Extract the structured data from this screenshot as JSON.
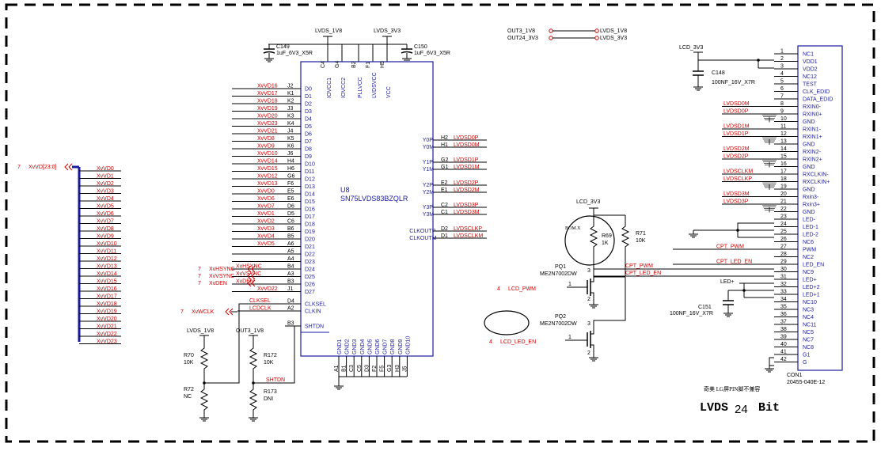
{
  "footer": {
    "title_a": "LVDS",
    "title_num": "24",
    "title_b": "Bit",
    "note": "奇美 LG屏PIN脚不兼容"
  },
  "rails": {
    "lvds_1v8": "LVDS_1V8",
    "lvds_3v3": "LVDS_3V3",
    "lcd_3v3": "LCD_3V3",
    "out3_1v8": "OUT3_1V8",
    "out24_3v3": "OUT24_3V3",
    "led_plus": "LED+"
  },
  "bus": {
    "sheet": "7",
    "name": "XvVD[23:0]",
    "lines": [
      "XvVD0",
      "XvVD1",
      "XvVD2",
      "XvVD3",
      "XvVD4",
      "XvVD5",
      "XvVD6",
      "XvVD7",
      "XvVD8",
      "XvVD9",
      "XvVD10",
      "XvVD11",
      "XvVD12",
      "XvVD13",
      "XvVD14",
      "XvVD15",
      "XvVD16",
      "XvVD17",
      "XvVD18",
      "XvVD19",
      "XvVD20",
      "XvVD21",
      "XvVD22",
      "XvVD23"
    ]
  },
  "u8": {
    "ref": "U8",
    "part": "SN75LVDS83BZQLR",
    "top_pins": [
      {
        "num": "C4",
        "name": "IOVCC1"
      },
      {
        "num": "G4",
        "name": "IOVCC2"
      },
      {
        "num": "B2",
        "name": "PLLVCC"
      },
      {
        "num": "F1",
        "name": "LVDSVCC"
      },
      {
        "num": "H5",
        "name": "VCC"
      }
    ],
    "inputs": [
      {
        "net": "XvVD16",
        "pin": "J2",
        "name": "D0"
      },
      {
        "net": "XvVD17",
        "pin": "K1",
        "name": "D1"
      },
      {
        "net": "XvVD18",
        "pin": "K2",
        "name": "D2"
      },
      {
        "net": "XvVD19",
        "pin": "J3",
        "name": "D3"
      },
      {
        "net": "XvVD20",
        "pin": "K3",
        "name": "D4"
      },
      {
        "net": "XvVD23",
        "pin": "K4",
        "name": "D5"
      },
      {
        "net": "XvVD21",
        "pin": "J4",
        "name": "D6"
      },
      {
        "net": "XvVD8",
        "pin": "K5",
        "name": "D7"
      },
      {
        "net": "XvVD9",
        "pin": "K6",
        "name": "D8"
      },
      {
        "net": "XvVD10",
        "pin": "J6",
        "name": "D9"
      },
      {
        "net": "XvVD14",
        "pin": "H4",
        "name": "D10"
      },
      {
        "net": "XvVD15",
        "pin": "H6",
        "name": "D11"
      },
      {
        "net": "XvVD12",
        "pin": "G6",
        "name": "D12"
      },
      {
        "net": "XvVD13",
        "pin": "F6",
        "name": "D13"
      },
      {
        "net": "XvVD0",
        "pin": "E5",
        "name": "D14"
      },
      {
        "net": "XvVD6",
        "pin": "E6",
        "name": "D15"
      },
      {
        "net": "XvVD7",
        "pin": "D6",
        "name": "D16"
      },
      {
        "net": "XvVD1",
        "pin": "D5",
        "name": "D17"
      },
      {
        "net": "XvVD2",
        "pin": "C6",
        "name": "D18"
      },
      {
        "net": "XvVD3",
        "pin": "B6",
        "name": "D19"
      },
      {
        "net": "XvVD4",
        "pin": "B5",
        "name": "D20"
      },
      {
        "net": "XvVD5",
        "pin": "A6",
        "name": "D21"
      },
      {
        "net": "",
        "pin": "A5",
        "name": "D22"
      },
      {
        "net": "",
        "pin": "A4",
        "name": "D23"
      },
      {
        "net": "XvHSYNC",
        "pin": "B4",
        "name": "D24"
      },
      {
        "net": "XvVSYNC",
        "pin": "A3",
        "name": "D25"
      },
      {
        "net": "XvDEN",
        "pin": "B3",
        "name": "D26"
      },
      {
        "net": "XvVD22",
        "pin": "J1",
        "name": "D27"
      }
    ],
    "ctrl": [
      {
        "net": "CLKSEL",
        "pin": "D4",
        "name": "CLKSEL"
      },
      {
        "net": "LCDCLK",
        "pin": "A2",
        "name": "CLKIN"
      },
      {
        "net": "",
        "pin": "B3",
        "name": "SHTDN"
      }
    ],
    "outputs": [
      {
        "name": "Y0P",
        "pin": "H2",
        "net": "LVDSD0P"
      },
      {
        "name": "Y0M",
        "pin": "H1",
        "net": "LVDSD0M"
      },
      {
        "name": "Y1P",
        "pin": "G2",
        "net": "LVDSD1P"
      },
      {
        "name": "Y1M",
        "pin": "G1",
        "net": "LVDSD1M"
      },
      {
        "name": "Y2P",
        "pin": "E2",
        "net": "LVDSD2P"
      },
      {
        "name": "Y2M",
        "pin": "E1",
        "net": "LVDSD2M"
      },
      {
        "name": "Y3P",
        "pin": "C2",
        "net": "LVDSD3P"
      },
      {
        "name": "Y3M",
        "pin": "C1",
        "net": "LVDSD3M"
      },
      {
        "name": "CLKOUTP",
        "pin": "D2",
        "net": "LVDSCLKP"
      },
      {
        "name": "CLKOUTM",
        "pin": "D1",
        "net": "LVDSCLKM"
      }
    ],
    "gnd_pins": [
      {
        "num": "A1",
        "name": "GND1"
      },
      {
        "num": "B1",
        "name": "GND2"
      },
      {
        "num": "C3",
        "name": "GND3"
      },
      {
        "num": "C5",
        "name": "GND4"
      },
      {
        "num": "D3",
        "name": "GND5"
      },
      {
        "num": "F2",
        "name": "GND6"
      },
      {
        "num": "F5",
        "name": "GND7"
      },
      {
        "num": "G3",
        "name": "GND8"
      },
      {
        "num": "H3",
        "name": "GND9"
      },
      {
        "num": "J5",
        "name": "GND10"
      }
    ]
  },
  "sync": [
    {
      "sheet": "7",
      "net": "XvHSYNC"
    },
    {
      "sheet": "7",
      "net": "XvVSYNC"
    },
    {
      "sheet": "7",
      "net": "XvDEN"
    },
    {
      "sheet": "7",
      "net": "XvWCLK"
    }
  ],
  "caps": {
    "c149": {
      "ref": "C149",
      "val": "1uF_6V3_X5R"
    },
    "c150": {
      "ref": "C150",
      "val": "1uF_6V3_X5R"
    },
    "c148": {
      "ref": "C148",
      "val": "100NF_16V_X7R"
    },
    "c151": {
      "ref": "C151",
      "val": "100NF_16V_X7R"
    }
  },
  "res": {
    "r70": {
      "ref": "R70",
      "val": "10K"
    },
    "r72": {
      "ref": "R72",
      "val": "NC"
    },
    "r172": {
      "ref": "R172",
      "val": "10K"
    },
    "r173": {
      "ref": "R173",
      "val": "DNI"
    },
    "r69": {
      "ref": "R69",
      "val": "1K"
    },
    "r71": {
      "ref": "R71",
      "val": "10K"
    }
  },
  "shtdn_net": "SHTDN",
  "bom": "BOM.X",
  "fets": {
    "pq1": {
      "ref": "PQ1",
      "part": "ME2N7002DW",
      "net": "LCD_PWM",
      "sheet": "4"
    },
    "pq2": {
      "ref": "PQ2",
      "part": "ME2N7002DW",
      "net": "LCD_LED_EN",
      "sheet": "4"
    },
    "cpt_pwm": "CPT_PWM",
    "cpt_led_en": "CPT_LED_EN"
  },
  "con1": {
    "ref": "CON1",
    "part": "20455-040E-12",
    "pins": [
      {
        "n": "1",
        "name": "NC1",
        "net": ""
      },
      {
        "n": "2",
        "name": "VDD1",
        "net": ""
      },
      {
        "n": "3",
        "name": "VDD2",
        "net": ""
      },
      {
        "n": "4",
        "name": "NC12",
        "net": ""
      },
      {
        "n": "5",
        "name": "TEST",
        "net": ""
      },
      {
        "n": "6",
        "name": "CLK_EDID",
        "net": ""
      },
      {
        "n": "7",
        "name": "DATA_EDID",
        "net": ""
      },
      {
        "n": "8",
        "name": "RXIN0-",
        "net": "LVDSD0M"
      },
      {
        "n": "9",
        "name": "RXIN0+",
        "net": "LVDSD0P"
      },
      {
        "n": "10",
        "name": "GND",
        "net": ""
      },
      {
        "n": "11",
        "name": "RXIN1-",
        "net": "LVDSD1M"
      },
      {
        "n": "12",
        "name": "RXIN1+",
        "net": "LVDSD1P"
      },
      {
        "n": "13",
        "name": "GND",
        "net": ""
      },
      {
        "n": "14",
        "name": "RXIN2-",
        "net": "LVDSD2M"
      },
      {
        "n": "15",
        "name": "RXIN2+",
        "net": "LVDSD2P"
      },
      {
        "n": "16",
        "name": "GND",
        "net": ""
      },
      {
        "n": "17",
        "name": "RXCLKIN-",
        "net": "LVDSCLKM"
      },
      {
        "n": "18",
        "name": "RXCLKIN+",
        "net": "LVDSCLKP"
      },
      {
        "n": "19",
        "name": "GND",
        "net": ""
      },
      {
        "n": "20",
        "name": "Rxin3-",
        "net": "LVDSD3M"
      },
      {
        "n": "21",
        "name": "Rxin3+",
        "net": "LVDSD3P"
      },
      {
        "n": "22",
        "name": "GND",
        "net": ""
      },
      {
        "n": "23",
        "name": "LED-",
        "net": ""
      },
      {
        "n": "24",
        "name": "LED-1",
        "net": ""
      },
      {
        "n": "25",
        "name": "LED-2",
        "net": ""
      },
      {
        "n": "26",
        "name": "NC6",
        "net": ""
      },
      {
        "n": "27",
        "name": "PWM",
        "net": "CPT_PWM"
      },
      {
        "n": "28",
        "name": "NC2",
        "net": ""
      },
      {
        "n": "29",
        "name": "LED_EN",
        "net": "CPT_LED_EN"
      },
      {
        "n": "30",
        "name": "NC9",
        "net": ""
      },
      {
        "n": "31",
        "name": "LED+",
        "net": ""
      },
      {
        "n": "32",
        "name": "LED+2",
        "net": ""
      },
      {
        "n": "33",
        "name": "LED+1",
        "net": ""
      },
      {
        "n": "34",
        "name": "NC10",
        "net": ""
      },
      {
        "n": "35",
        "name": "NC3",
        "net": ""
      },
      {
        "n": "36",
        "name": "NC4",
        "net": ""
      },
      {
        "n": "37",
        "name": "NC11",
        "net": ""
      },
      {
        "n": "38",
        "name": "NC5",
        "net": ""
      },
      {
        "n": "39",
        "name": "NC7",
        "net": ""
      },
      {
        "n": "40",
        "name": "NC8",
        "net": ""
      },
      {
        "n": "41",
        "name": "G1",
        "net": ""
      },
      {
        "n": "42",
        "name": "G",
        "net": ""
      }
    ]
  }
}
